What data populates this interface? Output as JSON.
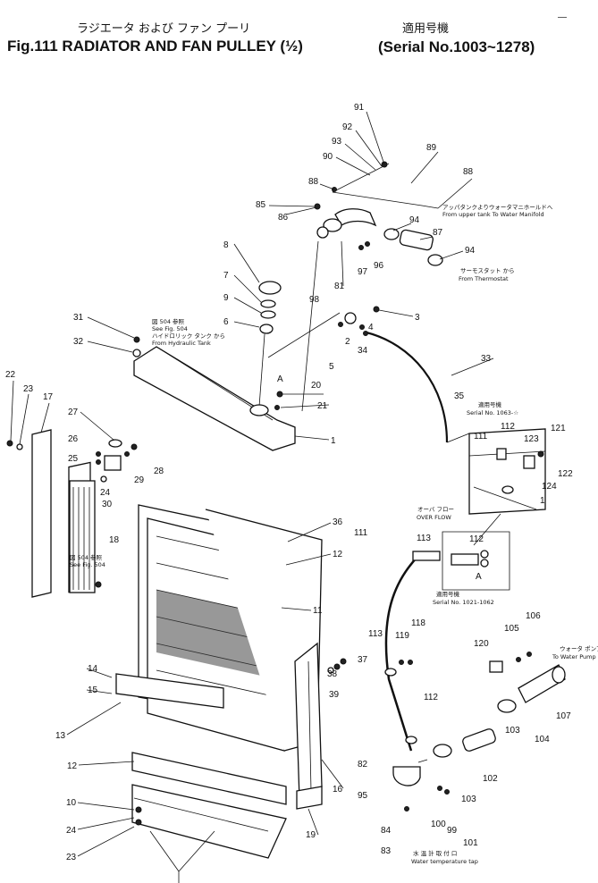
{
  "title": {
    "jp": "ラジエータ および ファン プーリ",
    "serial_jp": "適用号機",
    "main": "Fig.111 RADIATOR AND FAN PULLEY (½)",
    "serial": "(Serial No.1003~1278)"
  },
  "notes": {
    "see504_top_jp": "図 504 参照",
    "see504_top": "See Fig. 504",
    "hydraulic_jp": "ハイドロリック タンク から",
    "hydraulic": "From Hydraulic Tank",
    "upper_jp": "アッパタンクよりウォータマニホールドへ",
    "upper": "From upper tank To Water Manifold",
    "thermo_jp": "サーモスタット から",
    "thermo": "From Thermostat",
    "serial1063_jp": "適用号機",
    "serial1063": "Serial No. 1063-☆",
    "overflow_jp": "オーバ フロー",
    "overflow": "OVER FLOW",
    "serial1021_jp": "適用号機",
    "serial1021": "Serial No. 1021-1062",
    "see504_left_jp": "図 504 参照",
    "see504_left": "See Fig. 504",
    "waterpump_jp": "ウォータ ポンプ へ",
    "waterpump": "To Water Pump",
    "watertemp_jp": "水 温 計 取 付 口",
    "watertemp": "Water temperature tap",
    "letter_a1": "A",
    "letter_a2": "A",
    "corner_mark": "—"
  },
  "labels": [
    {
      "id": "91",
      "text": "91"
    },
    {
      "id": "92",
      "text": "92"
    },
    {
      "id": "93",
      "text": "93"
    },
    {
      "id": "90",
      "text": "90"
    },
    {
      "id": "89",
      "text": "89"
    },
    {
      "id": "88",
      "text": "88"
    },
    {
      "id": "86",
      "text": "86"
    },
    {
      "id": "88b",
      "text": "88"
    },
    {
      "id": "85",
      "text": "85"
    },
    {
      "id": "94",
      "text": "94"
    },
    {
      "id": "87",
      "text": "87"
    },
    {
      "id": "94b",
      "text": "94"
    },
    {
      "id": "96",
      "text": "96"
    },
    {
      "id": "97",
      "text": "97"
    },
    {
      "id": "98",
      "text": "98"
    },
    {
      "id": "81",
      "text": "81"
    },
    {
      "id": "8",
      "text": "8"
    },
    {
      "id": "7",
      "text": "7"
    },
    {
      "id": "9",
      "text": "9"
    },
    {
      "id": "6",
      "text": "6"
    },
    {
      "id": "31",
      "text": "31"
    },
    {
      "id": "32",
      "text": "32"
    },
    {
      "id": "3",
      "text": "3"
    },
    {
      "id": "4",
      "text": "4"
    },
    {
      "id": "2",
      "text": "2"
    },
    {
      "id": "34",
      "text": "34"
    },
    {
      "id": "5",
      "text": "5"
    },
    {
      "id": "33",
      "text": "33"
    },
    {
      "id": "20",
      "text": "20"
    },
    {
      "id": "21",
      "text": "21"
    },
    {
      "id": "1",
      "text": "1"
    },
    {
      "id": "35",
      "text": "35"
    },
    {
      "id": "22",
      "text": "22"
    },
    {
      "id": "23",
      "text": "23"
    },
    {
      "id": "17",
      "text": "17"
    },
    {
      "id": "27",
      "text": "27"
    },
    {
      "id": "26",
      "text": "26"
    },
    {
      "id": "25",
      "text": "25"
    },
    {
      "id": "24",
      "text": "24"
    },
    {
      "id": "29",
      "text": "29"
    },
    {
      "id": "28",
      "text": "28"
    },
    {
      "id": "30",
      "text": "30"
    },
    {
      "id": "111",
      "text": "111"
    },
    {
      "id": "112",
      "text": "112"
    },
    {
      "id": "123",
      "text": "123"
    },
    {
      "id": "121",
      "text": "121"
    },
    {
      "id": "122",
      "text": "122"
    },
    {
      "id": "124",
      "text": "124"
    },
    {
      "id": "1b",
      "text": "1"
    },
    {
      "id": "36",
      "text": "36"
    },
    {
      "id": "12",
      "text": "12"
    },
    {
      "id": "18",
      "text": "18"
    },
    {
      "id": "111b",
      "text": "111"
    },
    {
      "id": "113",
      "text": "113"
    },
    {
      "id": "112b",
      "text": "112"
    },
    {
      "id": "11",
      "text": "11"
    },
    {
      "id": "118",
      "text": "118"
    },
    {
      "id": "119",
      "text": "119"
    },
    {
      "id": "113b",
      "text": "113"
    },
    {
      "id": "106",
      "text": "106"
    },
    {
      "id": "105",
      "text": "105"
    },
    {
      "id": "120",
      "text": "120"
    },
    {
      "id": "14",
      "text": "14"
    },
    {
      "id": "15",
      "text": "15"
    },
    {
      "id": "38",
      "text": "38"
    },
    {
      "id": "37",
      "text": "37"
    },
    {
      "id": "39",
      "text": "39"
    },
    {
      "id": "107",
      "text": "107"
    },
    {
      "id": "104",
      "text": "104"
    },
    {
      "id": "103",
      "text": "103"
    },
    {
      "id": "13",
      "text": "13"
    },
    {
      "id": "112c",
      "text": "112"
    },
    {
      "id": "102",
      "text": "102"
    },
    {
      "id": "12b",
      "text": "12"
    },
    {
      "id": "82",
      "text": "82"
    },
    {
      "id": "16",
      "text": "16"
    },
    {
      "id": "95",
      "text": "95"
    },
    {
      "id": "103b",
      "text": "103"
    },
    {
      "id": "10",
      "text": "10"
    },
    {
      "id": "24b",
      "text": "24"
    },
    {
      "id": "100",
      "text": "100"
    },
    {
      "id": "99",
      "text": "99"
    },
    {
      "id": "101",
      "text": "101"
    },
    {
      "id": "84",
      "text": "84"
    },
    {
      "id": "19",
      "text": "19"
    },
    {
      "id": "23b",
      "text": "23"
    },
    {
      "id": "83",
      "text": "83"
    }
  ]
}
